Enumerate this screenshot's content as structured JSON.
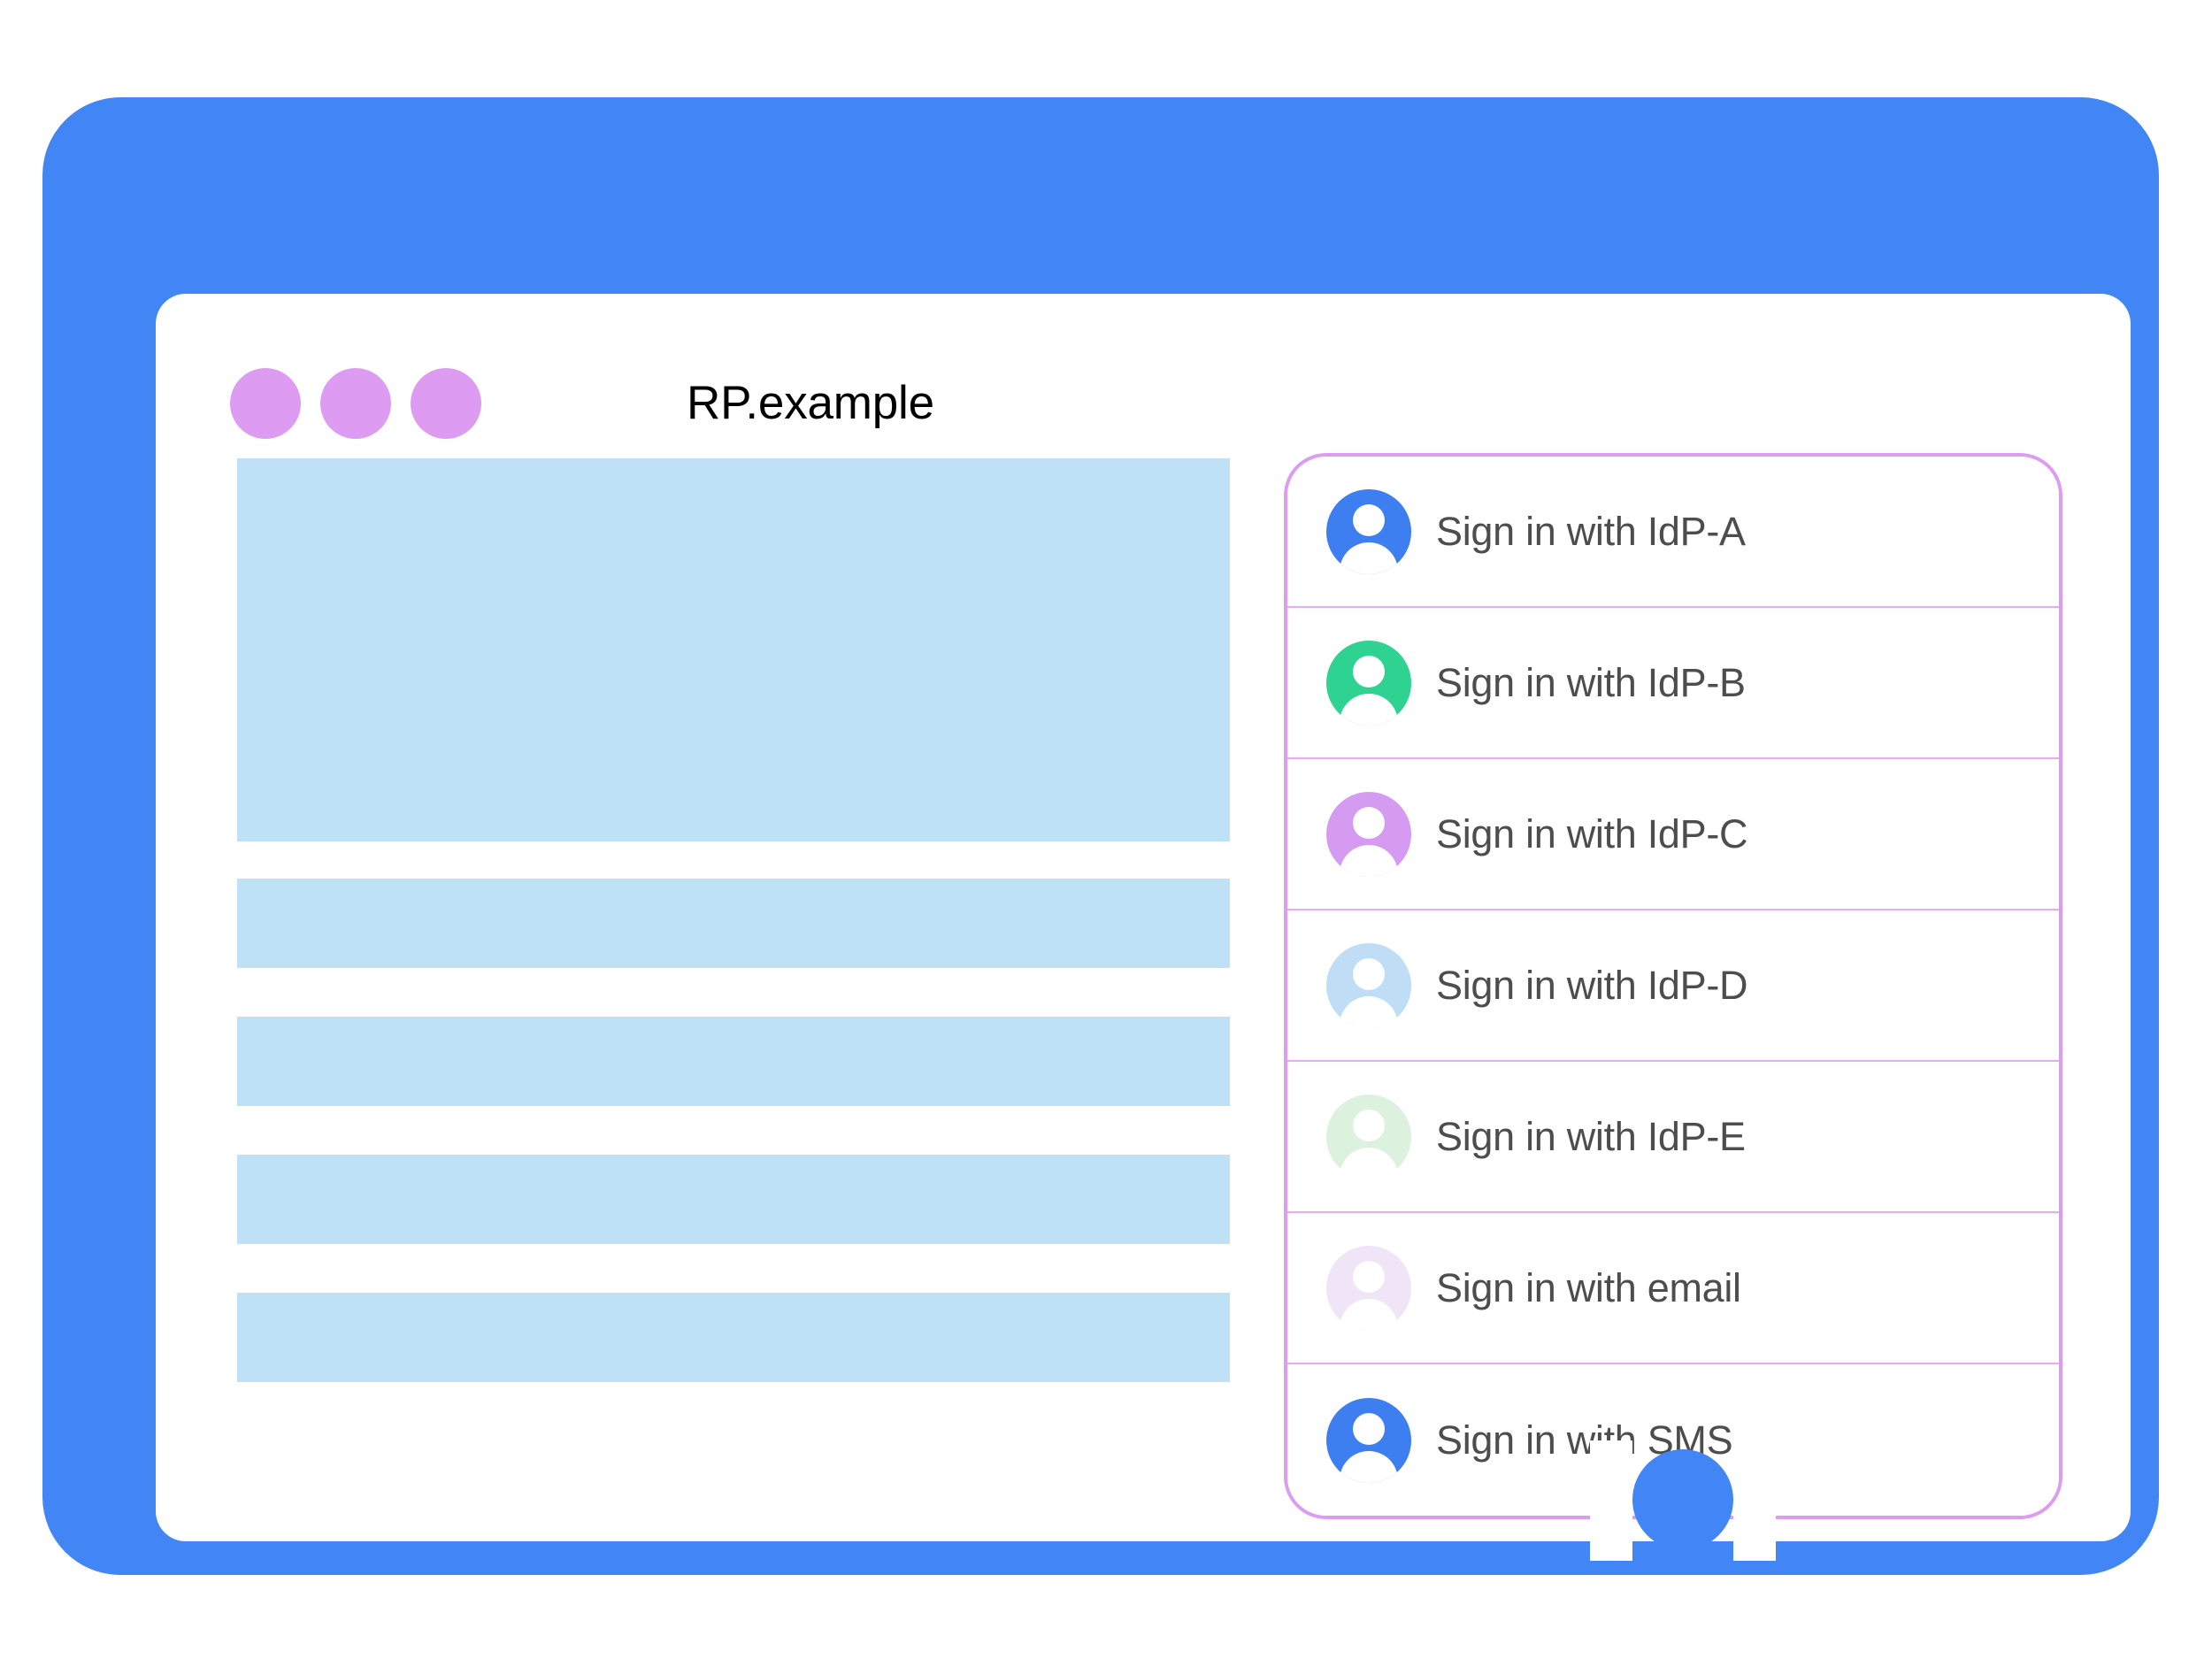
{
  "colors": {
    "bezel_blue": "#4285f4",
    "window_dot_purple": "#dd9cf2",
    "placeholder_blue": "#bfe1f6",
    "panel_border_purple": "#dd9cf2",
    "row_divider_purple": "#e7aaf3",
    "label_text": "#4d4d4d",
    "title_text": "#000000"
  },
  "browser": {
    "title": "RP.example",
    "window_dots": [
      {
        "name": "window-dot-1"
      },
      {
        "name": "window-dot-2"
      },
      {
        "name": "window-dot-3"
      }
    ]
  },
  "content": {
    "blocks": [
      {
        "kind": "hero"
      },
      {
        "kind": "bar"
      },
      {
        "kind": "bar"
      },
      {
        "kind": "bar"
      },
      {
        "kind": "bar"
      }
    ]
  },
  "account_chooser": {
    "accounts": [
      {
        "label": "Sign in with IdP-A",
        "avatar_color": "#3d7ff0",
        "icon": "avatar-icon"
      },
      {
        "label": "Sign in with IdP-B",
        "avatar_color": "#2ed392",
        "icon": "avatar-icon"
      },
      {
        "label": "Sign in with IdP-C",
        "avatar_color": "#d49bf0",
        "icon": "avatar-icon"
      },
      {
        "label": "Sign in with IdP-D",
        "avatar_color": "#bfdef5",
        "icon": "avatar-icon"
      },
      {
        "label": "Sign in with IdP-E",
        "avatar_color": "#ddf2de",
        "icon": "avatar-icon"
      },
      {
        "label": "Sign in with email",
        "avatar_color": "#f0e4f7",
        "icon": "avatar-icon"
      },
      {
        "label": "Sign in with SMS",
        "avatar_color": "#3d7ff0",
        "icon": "avatar-icon"
      }
    ]
  },
  "device": {
    "home_button": "home-button"
  }
}
